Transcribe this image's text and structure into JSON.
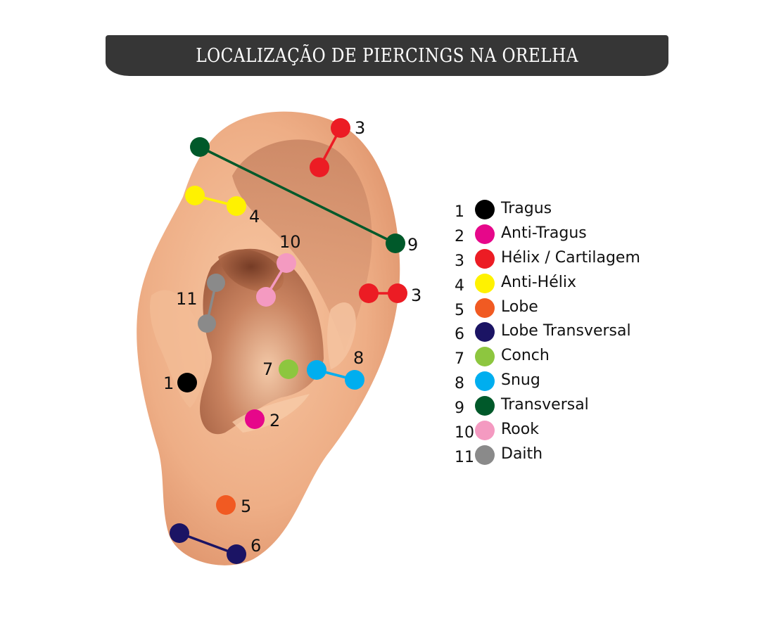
{
  "header": {
    "title": "LOCALIZAÇÃO DE PIERCINGS NA ORELHA"
  },
  "colors": {
    "banner_bg": "#363636",
    "skin": "#f2b48e",
    "tragus": "#000000",
    "anti_tragus": "#e6078a",
    "helix": "#ec1c24",
    "anti_helix": "#fff200",
    "lobe": "#f15a22",
    "lobe_transversal": "#1b1464",
    "conch": "#8dc63f",
    "snug": "#00aeef",
    "transversal": "#00592a",
    "rook": "#f49ac1",
    "daith": "#8a8a8a"
  },
  "legend": [
    {
      "num": "1",
      "label": "Tragus",
      "color": "#000000"
    },
    {
      "num": "2",
      "label": "Anti-Tragus",
      "color": "#e6078a"
    },
    {
      "num": "3",
      "label": "Hélix / Cartilagem",
      "color": "#ec1c24"
    },
    {
      "num": "4",
      "label": "Anti-Hélix",
      "color": "#fff200"
    },
    {
      "num": "5",
      "label": "Lobe",
      "color": "#f15a22"
    },
    {
      "num": "6",
      "label": "Lobe Transversal",
      "color": "#1b1464"
    },
    {
      "num": "7",
      "label": "Conch",
      "color": "#8dc63f"
    },
    {
      "num": "8",
      "label": "Snug",
      "color": "#00aeef"
    },
    {
      "num": "9",
      "label": "Transversal",
      "color": "#00592a"
    },
    {
      "num": "10",
      "label": "Rook",
      "color": "#f49ac1"
    },
    {
      "num": "11",
      "label": "Daith",
      "color": "#8a8a8a"
    }
  ],
  "markers": {
    "m1": "1",
    "m2": "2",
    "m3a": "3",
    "m3b": "3",
    "m4": "4",
    "m5": "5",
    "m6": "6",
    "m7": "7",
    "m8": "8",
    "m9": "9",
    "m10": "10",
    "m11": "11"
  }
}
